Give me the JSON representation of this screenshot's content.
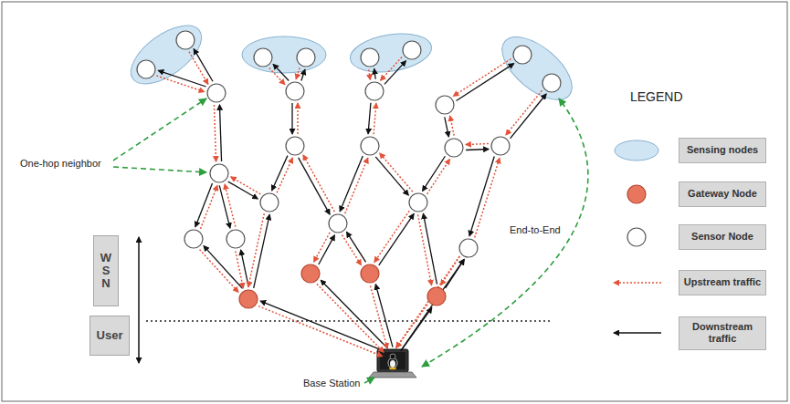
{
  "diagram": {
    "nodes": [
      {
        "text": [
          "W S N"
        ]
      },
      {
        "text": [
          "User"
        ]
      }
    ],
    "labels": [
      "One-hop neighbor",
      "End-to-End",
      "Base Station",
      "LEGEND"
    ],
    "legend": [
      {
        "text": "Sensing nodes"
      },
      {
        "text": "Gateway Node"
      },
      {
        "text": "Sensor Node"
      },
      {
        "text": "Upstream traffic"
      },
      {
        "text": "Downstream traffic"
      }
    ]
  }
}
